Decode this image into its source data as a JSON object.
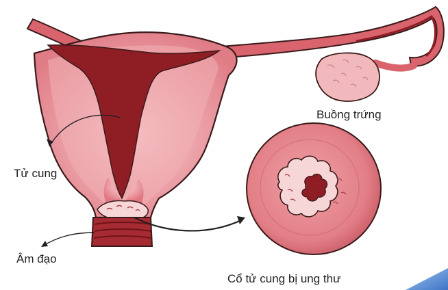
{
  "labels": {
    "ovary": "Buồng trứng",
    "uterus": "Tử cung",
    "vagina": "Âm đạo",
    "cervix_cancer": "Cổ tử cung bị ung thư"
  },
  "colors": {
    "outline": "#3a1a1a",
    "uterus_outer": "#e58a92",
    "uterus_inner": "#f2b4b8",
    "cavity": "#8e1e24",
    "ovary": "#f2b9bd",
    "cervix_disc": "#e27e86",
    "lesion": "#8e1e24",
    "accent": "#5b8fd6"
  }
}
